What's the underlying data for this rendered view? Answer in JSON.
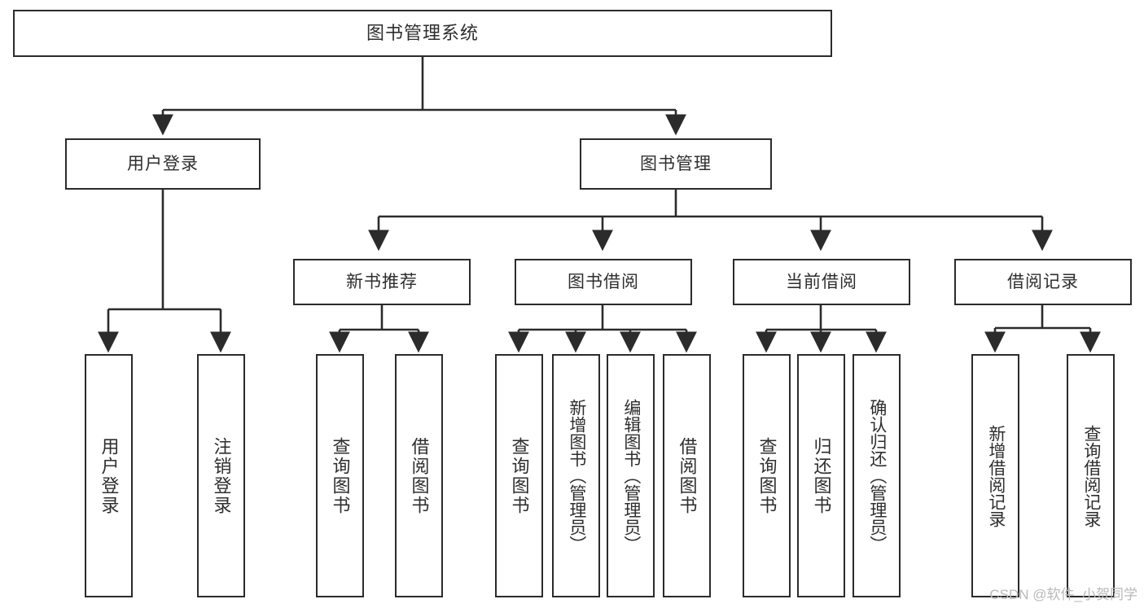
{
  "diagram": {
    "type": "tree",
    "title": "图书管理系统",
    "watermark": "CSDN @软件_小贺同学",
    "colors": {
      "box_border": "#2b2b2b",
      "box_fill": "#ffffff",
      "edge": "#2b2b2b",
      "text": "#2e2e2e",
      "watermark": "#b9b9b9",
      "background": "#ffffff"
    },
    "nodes": {
      "root": {
        "label": "图书管理系统"
      },
      "level2": [
        {
          "id": "user-login",
          "label": "用户登录"
        },
        {
          "id": "book-manage",
          "label": "图书管理"
        }
      ],
      "level3": [
        {
          "id": "new-book-rec",
          "label": "新书推荐"
        },
        {
          "id": "book-borrow",
          "label": "图书借阅"
        },
        {
          "id": "current-borrow",
          "label": "当前借阅"
        },
        {
          "id": "borrow-record",
          "label": "借阅记录"
        }
      ],
      "leaves": {
        "user-login": [
          {
            "id": "leaf-user-login",
            "label": "用户登录"
          },
          {
            "id": "leaf-logout",
            "label": "注销登录"
          }
        ],
        "new-book-rec": [
          {
            "id": "leaf-query-book-1",
            "label": "查询图书"
          },
          {
            "id": "leaf-borrow-book-1",
            "label": "借阅图书"
          }
        ],
        "book-borrow": [
          {
            "id": "leaf-query-book-2",
            "label": "查询图书"
          },
          {
            "id": "leaf-add-book",
            "label": "新增图书（管理员）"
          },
          {
            "id": "leaf-edit-book",
            "label": "编辑图书（管理员）"
          },
          {
            "id": "leaf-borrow-book-2",
            "label": "借阅图书"
          }
        ],
        "current-borrow": [
          {
            "id": "leaf-query-book-3",
            "label": "查询图书"
          },
          {
            "id": "leaf-return-book",
            "label": "归还图书"
          },
          {
            "id": "leaf-confirm-return",
            "label": "确认归还（管理员）"
          }
        ],
        "borrow-record": [
          {
            "id": "leaf-add-record",
            "label": "新增借阅记录"
          },
          {
            "id": "leaf-query-record",
            "label": "查询借阅记录"
          }
        ]
      }
    },
    "edges": [
      {
        "from": "root",
        "to": "user-login"
      },
      {
        "from": "root",
        "to": "book-manage"
      },
      {
        "from": "book-manage",
        "to": "new-book-rec"
      },
      {
        "from": "book-manage",
        "to": "book-borrow"
      },
      {
        "from": "book-manage",
        "to": "current-borrow"
      },
      {
        "from": "book-manage",
        "to": "borrow-record"
      },
      {
        "from": "user-login",
        "to": "leaf-user-login"
      },
      {
        "from": "user-login",
        "to": "leaf-logout"
      },
      {
        "from": "new-book-rec",
        "to": "leaf-query-book-1"
      },
      {
        "from": "new-book-rec",
        "to": "leaf-borrow-book-1"
      },
      {
        "from": "book-borrow",
        "to": "leaf-query-book-2"
      },
      {
        "from": "book-borrow",
        "to": "leaf-add-book"
      },
      {
        "from": "book-borrow",
        "to": "leaf-edit-book"
      },
      {
        "from": "book-borrow",
        "to": "leaf-borrow-book-2"
      },
      {
        "from": "current-borrow",
        "to": "leaf-query-book-3"
      },
      {
        "from": "current-borrow",
        "to": "leaf-return-book"
      },
      {
        "from": "current-borrow",
        "to": "leaf-confirm-return"
      },
      {
        "from": "borrow-record",
        "to": "leaf-add-record"
      },
      {
        "from": "borrow-record",
        "to": "leaf-query-record"
      }
    ]
  }
}
